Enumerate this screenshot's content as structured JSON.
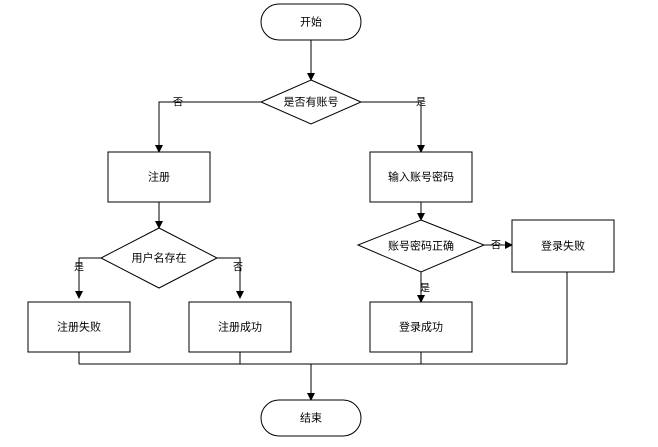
{
  "nodes": {
    "start": "开始",
    "has_account": "是否有账号",
    "register": "注册",
    "input_credentials": "输入账号密码",
    "username_exists": "用户名存在",
    "credentials_correct": "账号密码正确",
    "login_failed": "登录失败",
    "register_failed": "注册失败",
    "register_success": "注册成功",
    "login_success": "登录成功",
    "end": "结束"
  },
  "edges": {
    "has_account_no": "否",
    "has_account_yes": "是",
    "username_exists_yes": "是",
    "username_exists_no": "否",
    "credentials_correct_no": "否",
    "credentials_correct_yes": "是"
  }
}
